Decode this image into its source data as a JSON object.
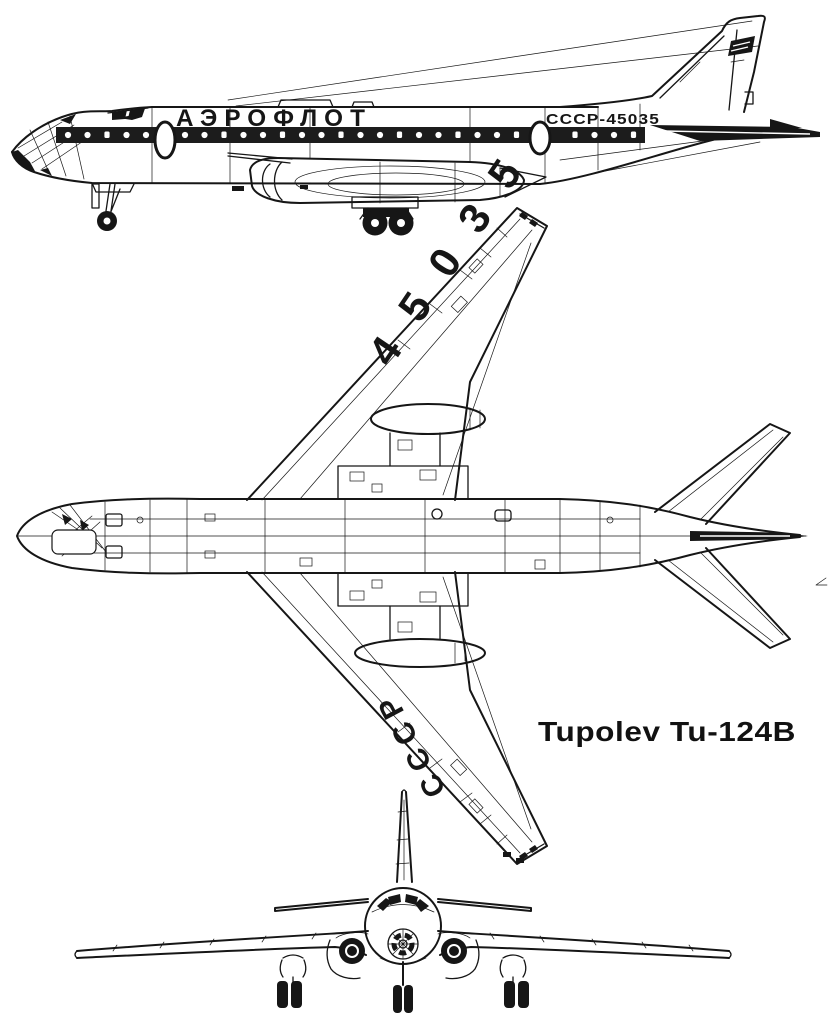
{
  "colors": {
    "ink": "#161616",
    "paper": "#ffffff",
    "caption": "#111111"
  },
  "caption": {
    "text": "Tupolev Tu-124B"
  },
  "side_view": {
    "airline_title": "АЭРОФЛОТ",
    "registration": "СССР-45035"
  },
  "plan_view": {
    "wing_number": "45035",
    "wing_registration": "СССР"
  }
}
